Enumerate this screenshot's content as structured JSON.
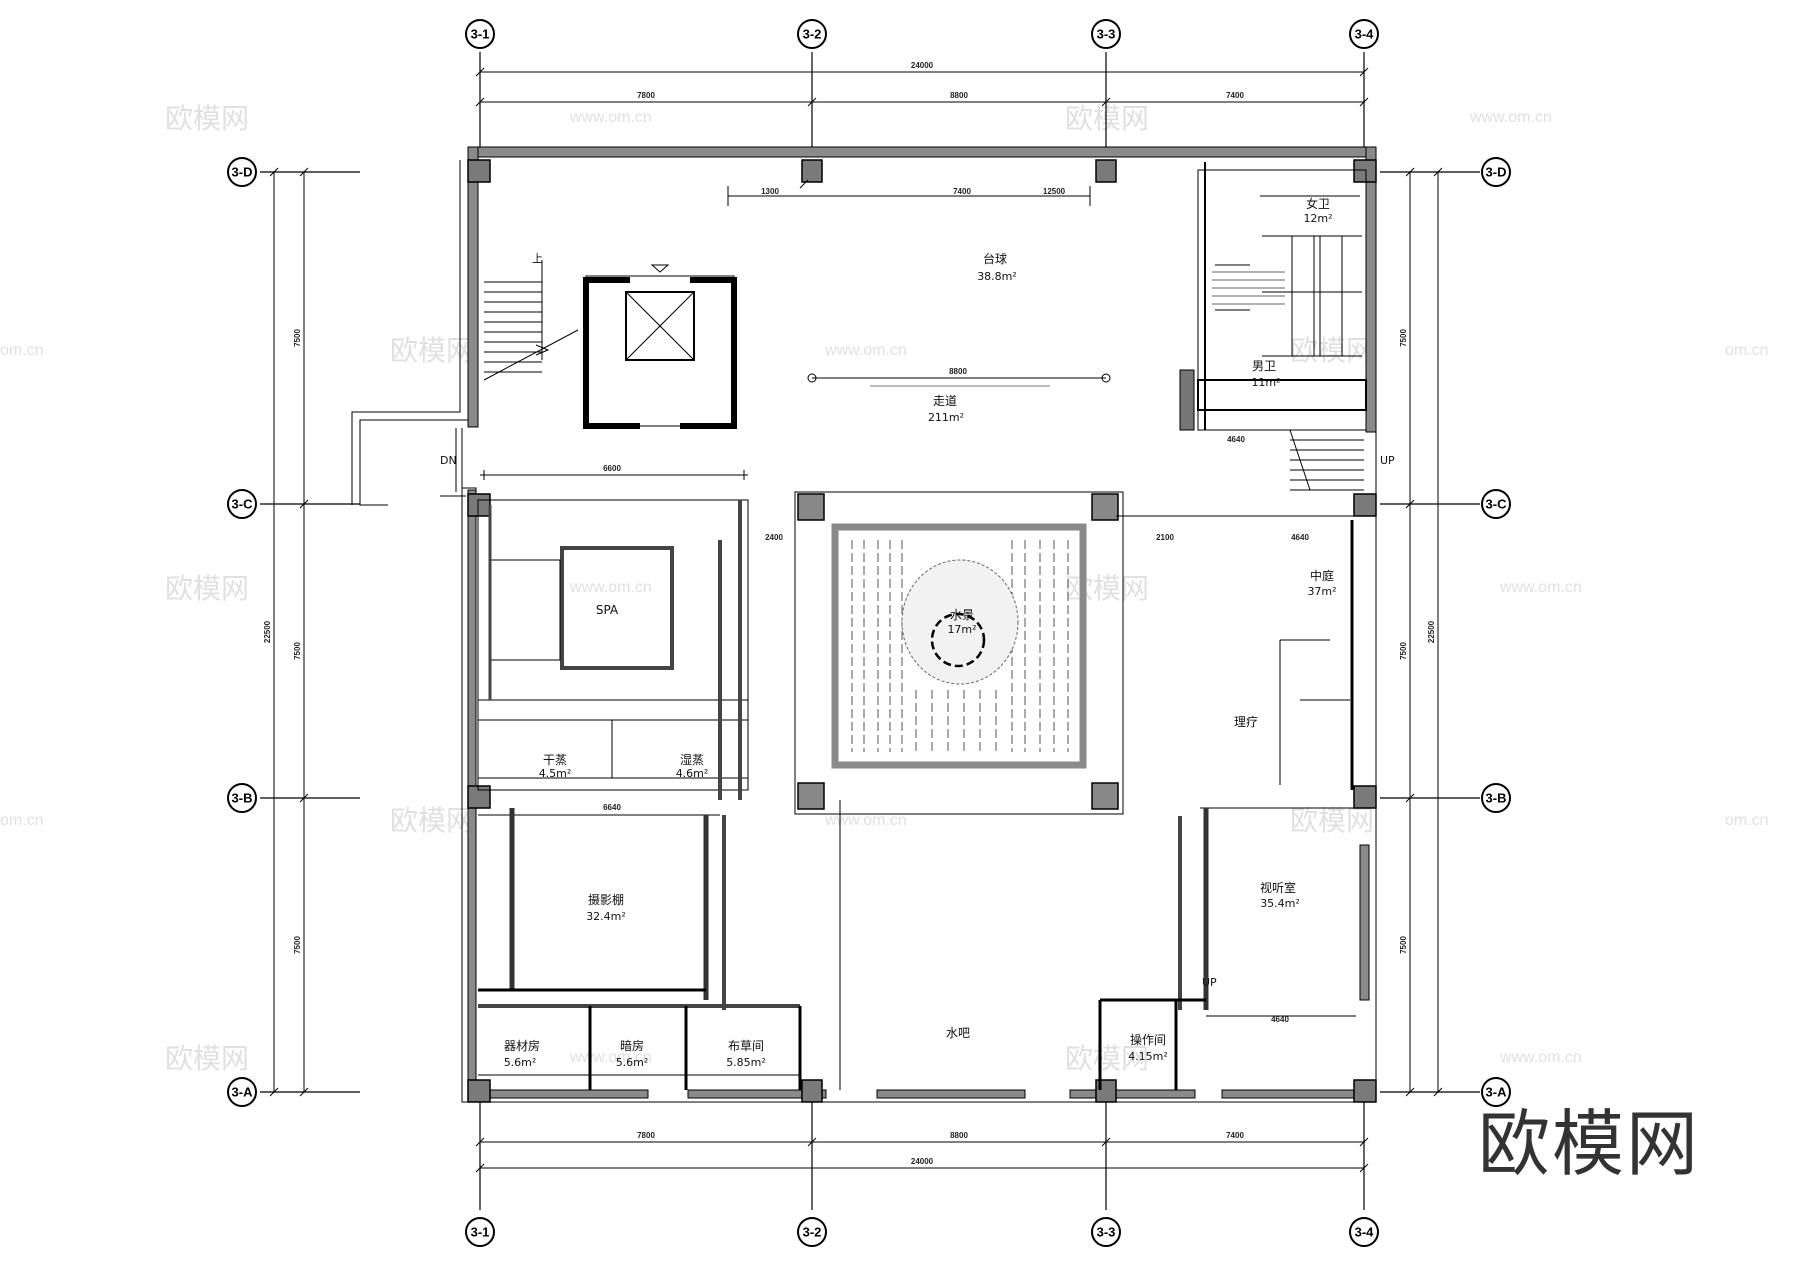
{
  "axes": {
    "columns": [
      "3-1",
      "3-2",
      "3-3",
      "3-4"
    ],
    "rows": [
      "3-D",
      "3-C",
      "3-B",
      "3-A"
    ]
  },
  "dimensions": {
    "top_total": "24000",
    "top_spans": [
      "7800",
      "8800",
      "7400"
    ],
    "bottom_total": "24000",
    "bottom_spans": [
      "7800",
      "8800",
      "7400"
    ],
    "left_total": "22500",
    "left_spans": [
      "7500",
      "7500",
      "7500"
    ],
    "right_total": "22500",
    "right_spans": [
      "7500",
      "7500",
      "7500"
    ],
    "inner": [
      "7400",
      "12500",
      "8800",
      "6600",
      "6640",
      "4640",
      "4640",
      "2400",
      "2100"
    ]
  },
  "rooms": [
    {
      "name": "台球",
      "area": "38.8m²"
    },
    {
      "name": "女卫",
      "area": "12m²"
    },
    {
      "name": "男卫",
      "area": "11m²"
    },
    {
      "name": "走道",
      "area": "211m²"
    },
    {
      "name": "SPA",
      "area": ""
    },
    {
      "name": "水景",
      "area": "17m²"
    },
    {
      "name": "中庭",
      "area": "37m²"
    },
    {
      "name": "理疗",
      "area": ""
    },
    {
      "name": "干蒸",
      "area": "4.5m²"
    },
    {
      "name": "湿蒸",
      "area": "4.6m²"
    },
    {
      "name": "摄影棚",
      "area": "32.4m²"
    },
    {
      "name": "视听室",
      "area": "35.4m²"
    },
    {
      "name": "水吧",
      "area": ""
    },
    {
      "name": "器材房",
      "area": "5.6m²"
    },
    {
      "name": "暗房",
      "area": "5.6m²"
    },
    {
      "name": "布草间",
      "area": "5.85m²"
    },
    {
      "name": "操作间",
      "area": "4.15m²"
    }
  ],
  "stair_labels": {
    "up": "上",
    "dn": "DN",
    "up_right": "UP",
    "up_mid": "UP"
  },
  "watermark": {
    "brand": "欧模网",
    "url": "www.om.cn",
    "url_short": "om.cn"
  }
}
